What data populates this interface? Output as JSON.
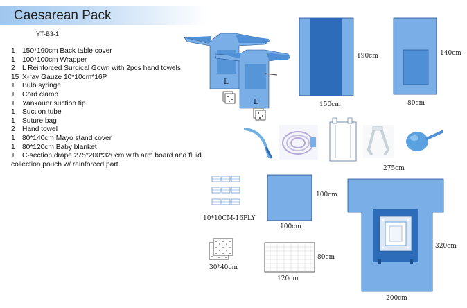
{
  "title": "Caesarean Pack",
  "code": "YT-B3-1",
  "items": [
    {
      "qty": "1",
      "text": "150*190cm  Back table cover"
    },
    {
      "qty": "1",
      "text": "100*100cm Wrapper"
    },
    {
      "qty": "2",
      "text": "L  Reinforced Surgical Gown with 2pcs hand towels"
    },
    {
      "qty": "15",
      "text": "X-ray Gauze 10*10cm*16P"
    },
    {
      "qty": "1",
      "text": "Bulb syringe"
    },
    {
      "qty": "1",
      "text": "Cord clamp"
    },
    {
      "qty": "1",
      "text": "Yankauer suction tip"
    },
    {
      "qty": "1",
      "text": "Suction tube"
    },
    {
      "qty": "1",
      "text": "Suture bag"
    },
    {
      "qty": "2",
      "text": "Hand towel"
    },
    {
      "qty": "1",
      "text": "80*140cm Mayo stand cover"
    },
    {
      "qty": "1",
      "text": "80*120cm Baby blanket"
    },
    {
      "qty": "1",
      "text": "C-section drape 275*200*320cm  with arm board and fluid collection pouch w/ reinforced part"
    }
  ],
  "gown_size": "L",
  "dimensions": {
    "back_table_height": "190cm",
    "back_table_width": "150cm",
    "mayo_height": "140cm",
    "mayo_width": "80cm",
    "accessories_width": "275cm",
    "gauze_label": "10*10CM-16PLY",
    "wrapper_height": "100cm",
    "wrapper_width": "100cm",
    "towel_label": "30*40cm",
    "blanket_height": "80cm",
    "blanket_width": "120cm",
    "drape_height": "320cm",
    "drape_width": "200cm"
  },
  "colors": {
    "light_blue": "#7aaee6",
    "mid_blue": "#4f8fd6",
    "dark_blue": "#2c6cb8",
    "outline": "#1f4e8c"
  }
}
